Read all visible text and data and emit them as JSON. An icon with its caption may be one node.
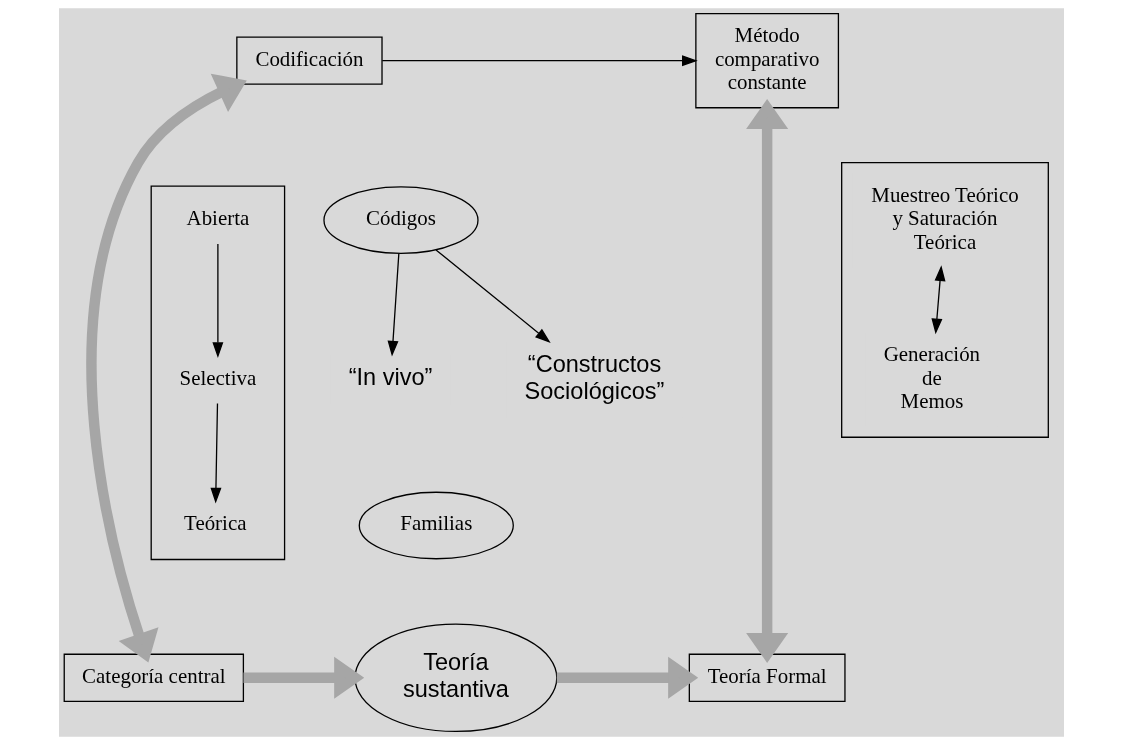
{
  "diagram": {
    "nodes": [
      {
        "text": [
          "Codificación"
        ]
      },
      {
        "text": [
          "Método comparativo constante"
        ]
      },
      {
        "text": [],
        "shape": "box"
      },
      {
        "text": [
          "Abierta"
        ],
        "in": 2
      },
      {
        "text": [
          "Selectiva"
        ],
        "in": 2
      },
      {
        "text": [
          "Teórica"
        ],
        "in": 2
      },
      {
        "text": [
          "Códigos"
        ]
      },
      {
        "text": [
          "“In vivo”"
        ]
      },
      {
        "text": [
          "“Constructos Sociológicos”"
        ]
      },
      {
        "text": [
          "Familias"
        ]
      },
      {
        "text": [],
        "shape": "box"
      },
      {
        "text": [
          "Muestreo Teórico y Saturación Teórica"
        ],
        "in": 10
      },
      {
        "text": [
          "Generación de Memos"
        ],
        "in": 10
      },
      {
        "text": [
          "Categoría central"
        ]
      },
      {
        "text": [
          "Teoría sustantiva"
        ]
      },
      {
        "text": [
          "Teoría Formal"
        ]
      }
    ],
    "edges": [
      {
        "from": 0,
        "to": 1,
        "arrow": "to"
      },
      {
        "from": 3,
        "to": 4,
        "arrow": "to"
      },
      {
        "from": 4,
        "to": 5,
        "arrow": "to"
      },
      {
        "from": 6,
        "to": 7,
        "arrow": "to"
      },
      {
        "from": 6,
        "to": 8,
        "arrow": "to"
      },
      {
        "from": 11,
        "to": 12,
        "arrow": "both"
      },
      {
        "from": 0,
        "to": 13,
        "arrow": "both",
        "style": "thick",
        "color": "#a6a6a6"
      },
      {
        "from": 1,
        "to": 15,
        "arrow": "both",
        "style": "thick",
        "color": "#a6a6a6"
      },
      {
        "from": 13,
        "to": 14,
        "arrow": "to",
        "style": "thick",
        "color": "#a6a6a6"
      },
      {
        "from": 14,
        "to": 15,
        "arrow": "to",
        "style": "thick",
        "color": "#a6a6a6"
      }
    ]
  }
}
